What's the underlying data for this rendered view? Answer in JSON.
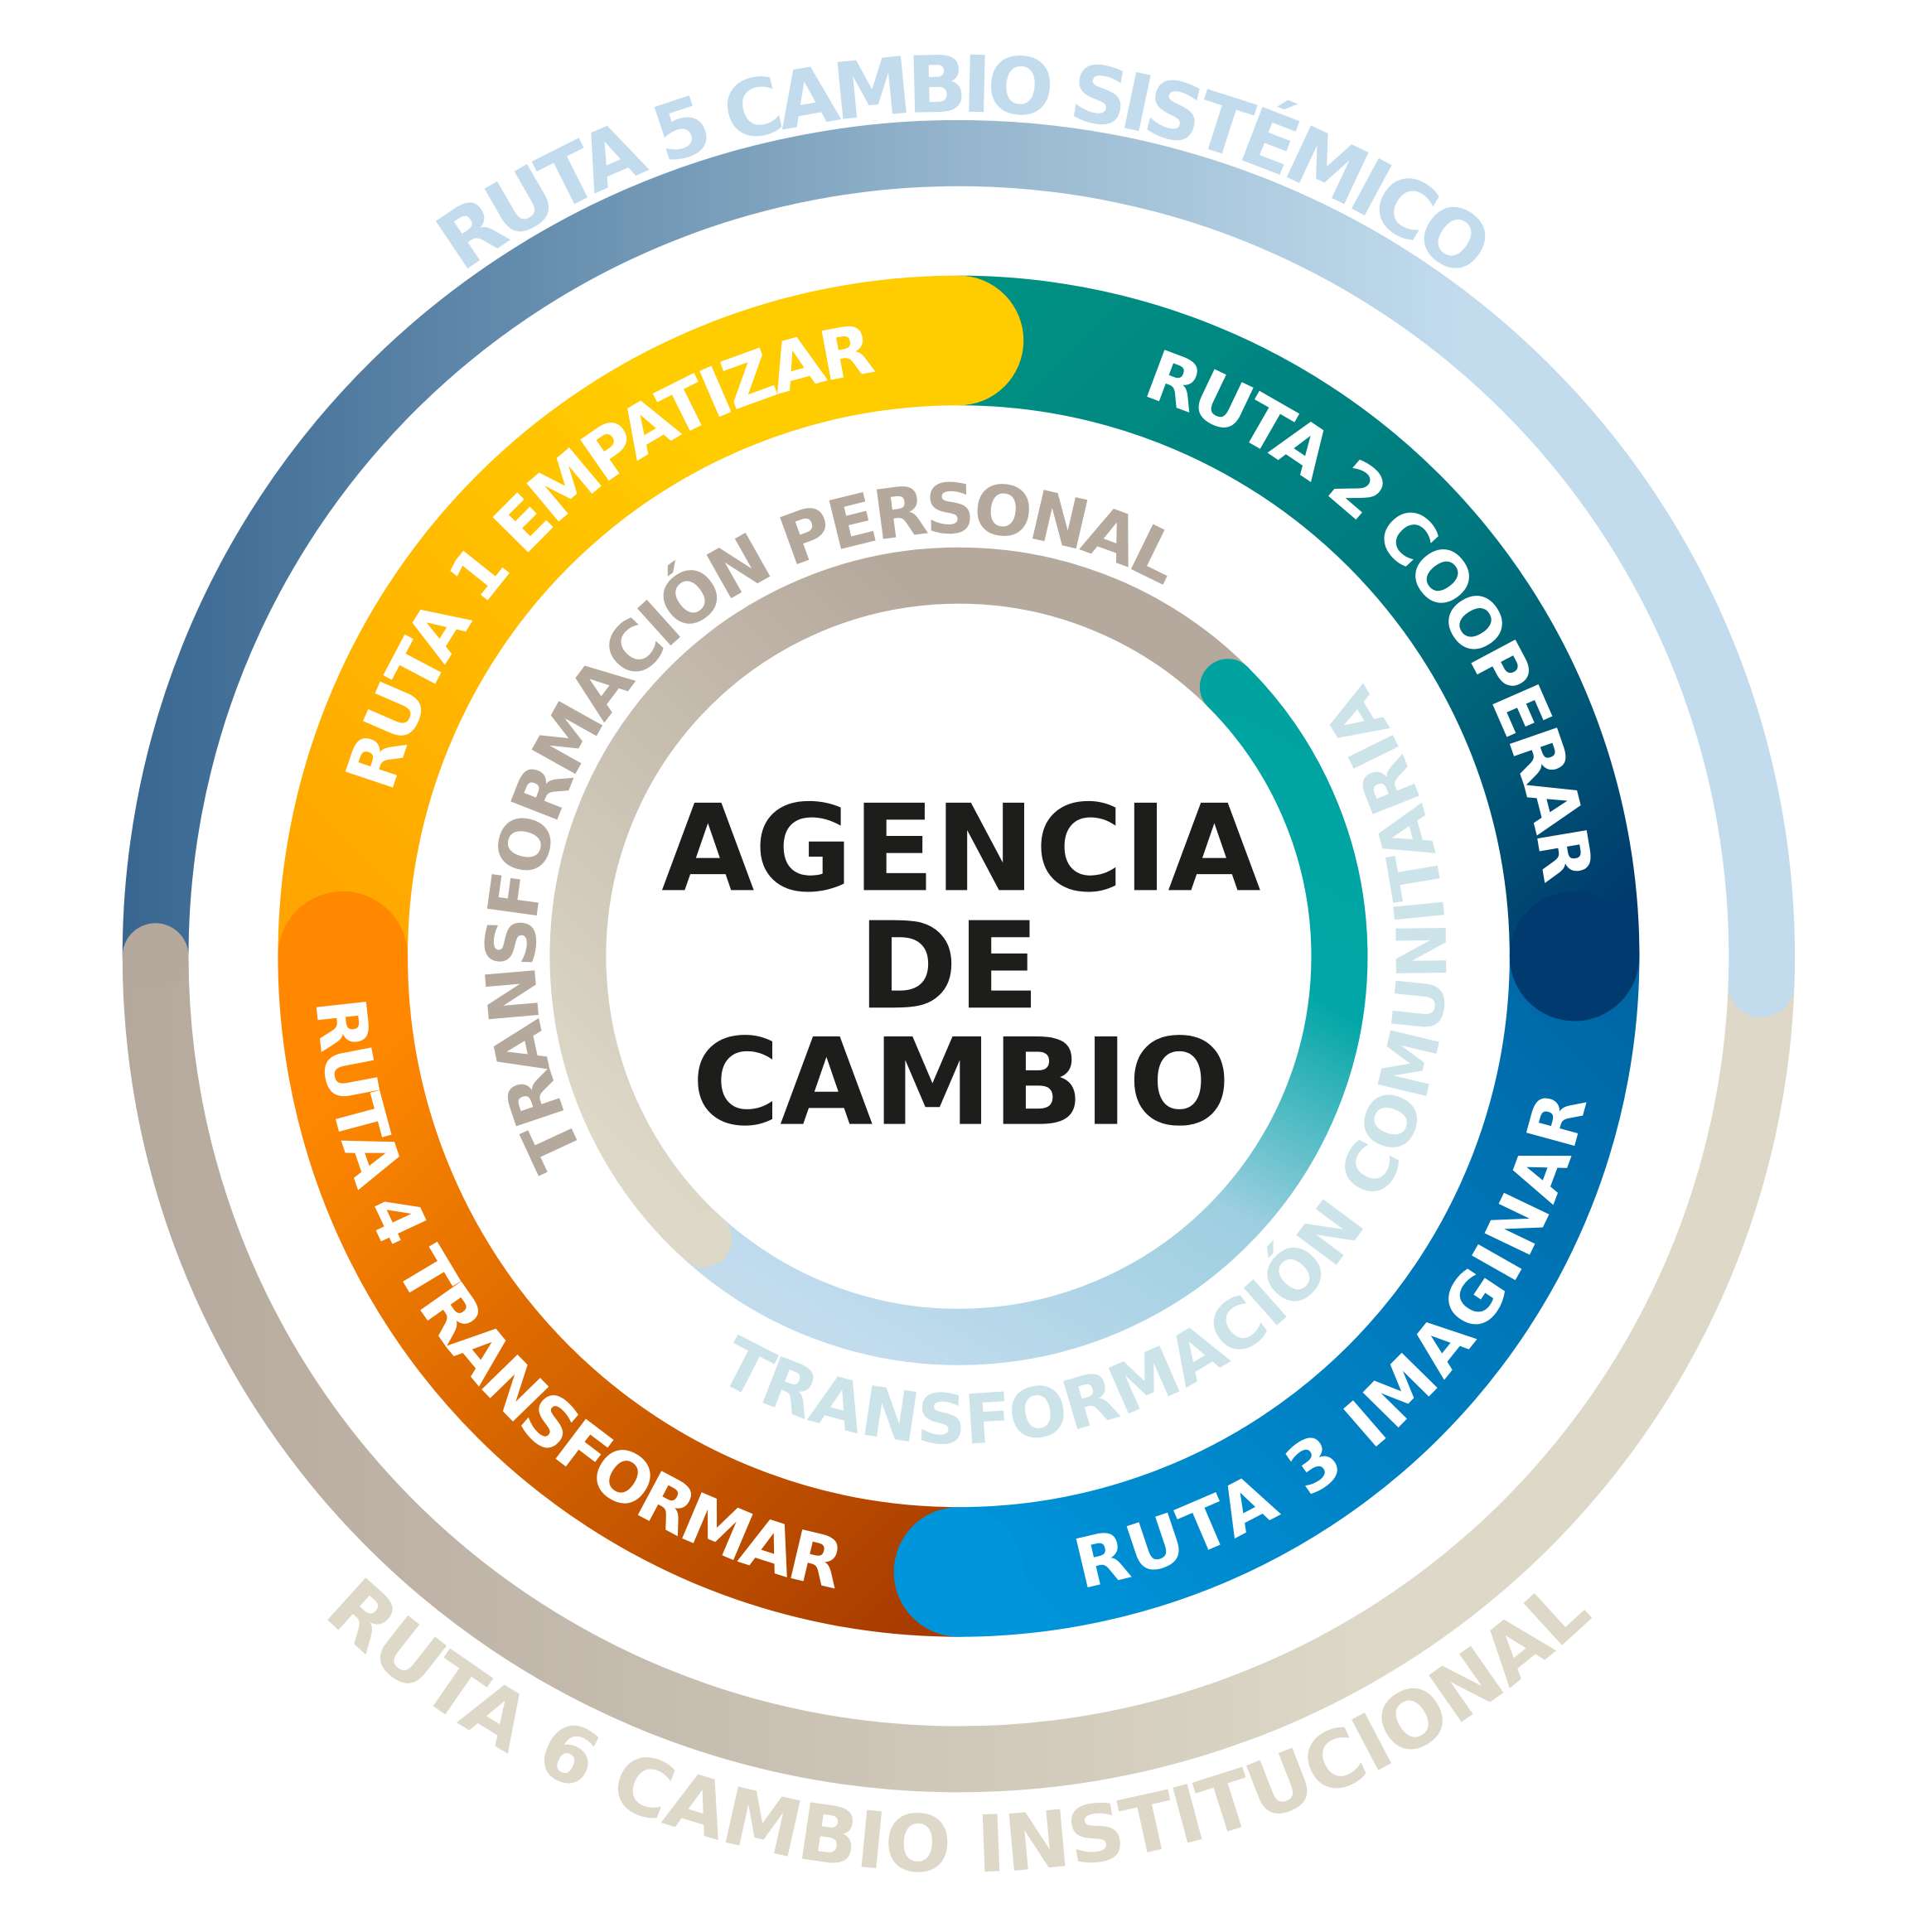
{
  "center": {
    "line1": "AGENCIA",
    "line2": "DE",
    "line3": "CAMBIO"
  },
  "outer_ring": {
    "ruta5": {
      "label": "RUTA 5  CAMBIO SISTÉMICO",
      "colors": [
        "#386690",
        "#94b5cc",
        "#c2dcee"
      ],
      "text_color": "#c2dcee"
    },
    "ruta6": {
      "label": "RUTA 6  CAMBIO INSTITUCIONAL",
      "colors": [
        "#b5a89c",
        "#ddd8c8"
      ],
      "text_color": "#ddd8c8"
    }
  },
  "middle_ring": {
    "ruta1": {
      "label": "RUTA 1  EMPATIZAR",
      "colors": [
        "#ffa400",
        "#ffcc00"
      ]
    },
    "ruta2": {
      "label": "RUTA 2  COOPERAR",
      "colors": [
        "#009183",
        "#003a6e"
      ]
    },
    "ruta3": {
      "label": "RUTA 3  IMAGINAR",
      "colors": [
        "#0067a5",
        "#0095db"
      ]
    },
    "ruta4": {
      "label": "RUTA 4  TRANSFORMAR",
      "colors": [
        "#a83c00",
        "#ff8800"
      ]
    },
    "text_color": "#ffffff"
  },
  "inner_ring": {
    "personal": {
      "label": "TRANSFORMACIÓN  PERSONAL",
      "colors": [
        "#ddd8c8",
        "#b5a89c"
      ],
      "text_color": "#b5a89c"
    },
    "comunitaria": {
      "label": "TRANSFORMACIÓN COMUNITARIA",
      "colors": [
        "#00a3a0",
        "#c2dcee"
      ],
      "text_color": "#cde3ea"
    }
  },
  "center_text_color": "#1d1d1b"
}
